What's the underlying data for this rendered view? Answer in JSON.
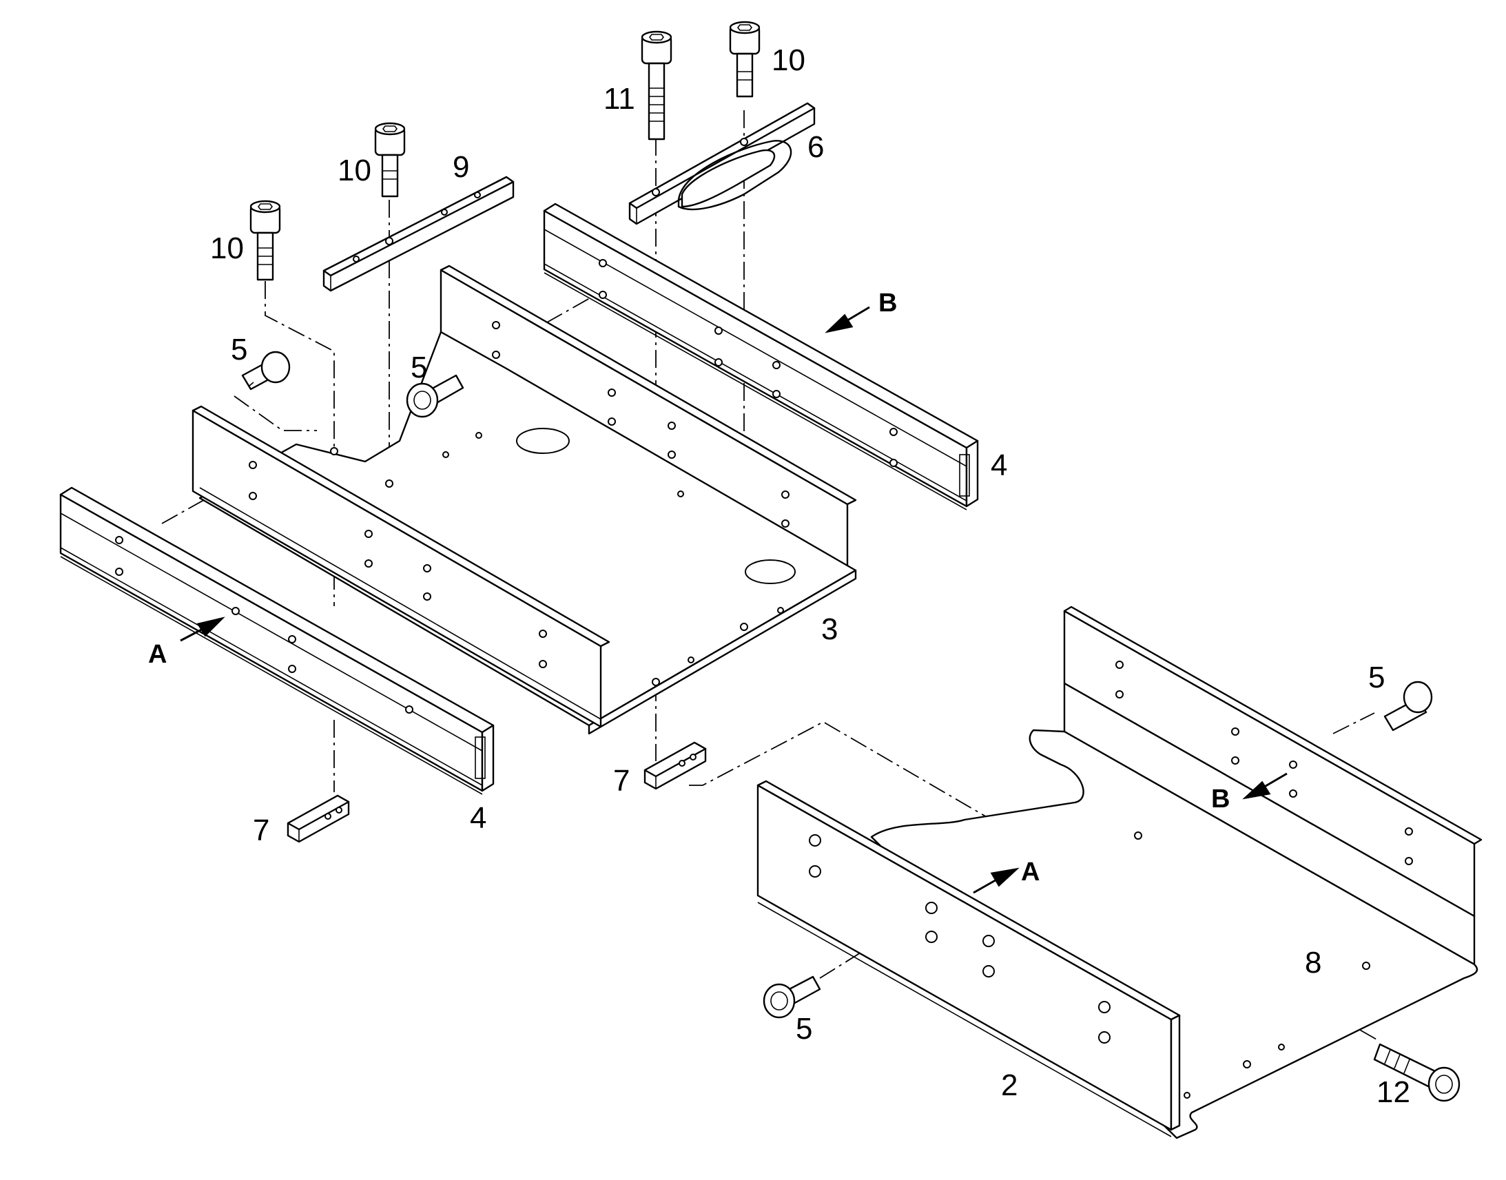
{
  "callouts": {
    "c2": "2",
    "c3": "3",
    "c4_left": "4",
    "c4_right": "4",
    "c5_upper_left": "5",
    "c5_upper_mid": "5",
    "c5_lower_right": "5",
    "c5_lower_mid": "5",
    "c6": "6",
    "c7_left": "7",
    "c7_mid": "7",
    "c8": "8",
    "c9": "9",
    "c10_left": "10",
    "c10_mid": "10",
    "c10_top": "10",
    "c11": "11",
    "c12": "12"
  },
  "view_markers": {
    "a_upper": "A",
    "a_lower": "A",
    "b_upper": "B",
    "b_lower": "B"
  }
}
